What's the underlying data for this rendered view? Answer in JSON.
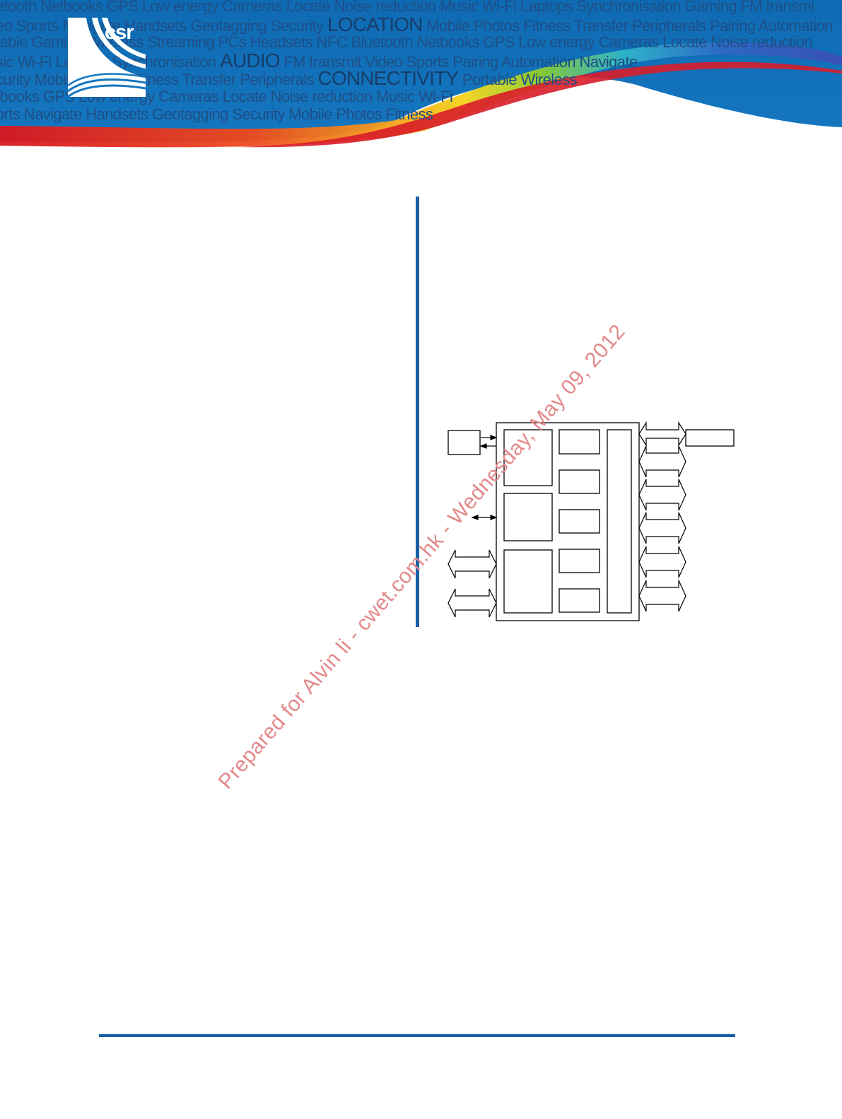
{
  "header": {
    "logo_text": "csr",
    "background_words": [
      {
        "text": "etooth Netbooks GPS Low energy Cameras Locate Noise reduction  Music Wi-Fi Laptops Synchronisation Gaming FM transmi"
      },
      {
        "pre": "eo Sports     Navigate Handsets Geotagging Security ",
        "big": "LOCATION",
        "post": " Mobile Photos Fitness Transfer Peripherals Pairing Automation"
      },
      {
        "text": "table  Gaming Wireless Streaming PCs Headsets NFC Bluetooth Netbooks GPS Low energy Cameras Locate Noise reduction"
      },
      {
        "pre": "sic  Wi-Fi Laptops Synchronisation ",
        "big": "AUDIO",
        "post": " FM transmit  Video  Sports  Pairing  Automation  Navigate"
      },
      {
        "pre": "curity Mobile Photos Fitness Transfer Peripherals ",
        "big": "CONNECTIVITY",
        "post": " Portable Wireless"
      },
      {
        "text": "tbooks GPS Low energy  Cameras  Locate  Noise reduction  Music  Wi-Fi"
      },
      {
        "text": "orts  Navigate  Handsets  Geotagging  Security  Mobile  Photos  Fitness"
      }
    ]
  },
  "watermark": "Prepared for Alvin li - cwet.com.hk - Wednesday, May 09, 2012",
  "colors": {
    "banner_blue": "#0f6cb6",
    "rule_blue": "#1a5fa8",
    "watermark": "#e3898b"
  }
}
